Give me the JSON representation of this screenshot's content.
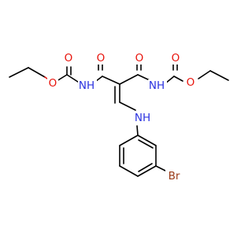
{
  "molecule": {
    "atom_labels": {
      "o_carbonyl_left_top": "O",
      "o_carbonyl_right_top": "O",
      "o_amide_left": "O",
      "o_amide_right": "O",
      "o_ester_left": "O",
      "o_ester_right": "O",
      "nh_left": "NH",
      "nh_right": "NH",
      "nh_aniline": "NH",
      "br": "Br"
    },
    "colors": {
      "bond": "#000000",
      "oxygen": "#e8130b",
      "nitrogen": "#2c33e0",
      "bromine": "#9a3b18"
    }
  }
}
